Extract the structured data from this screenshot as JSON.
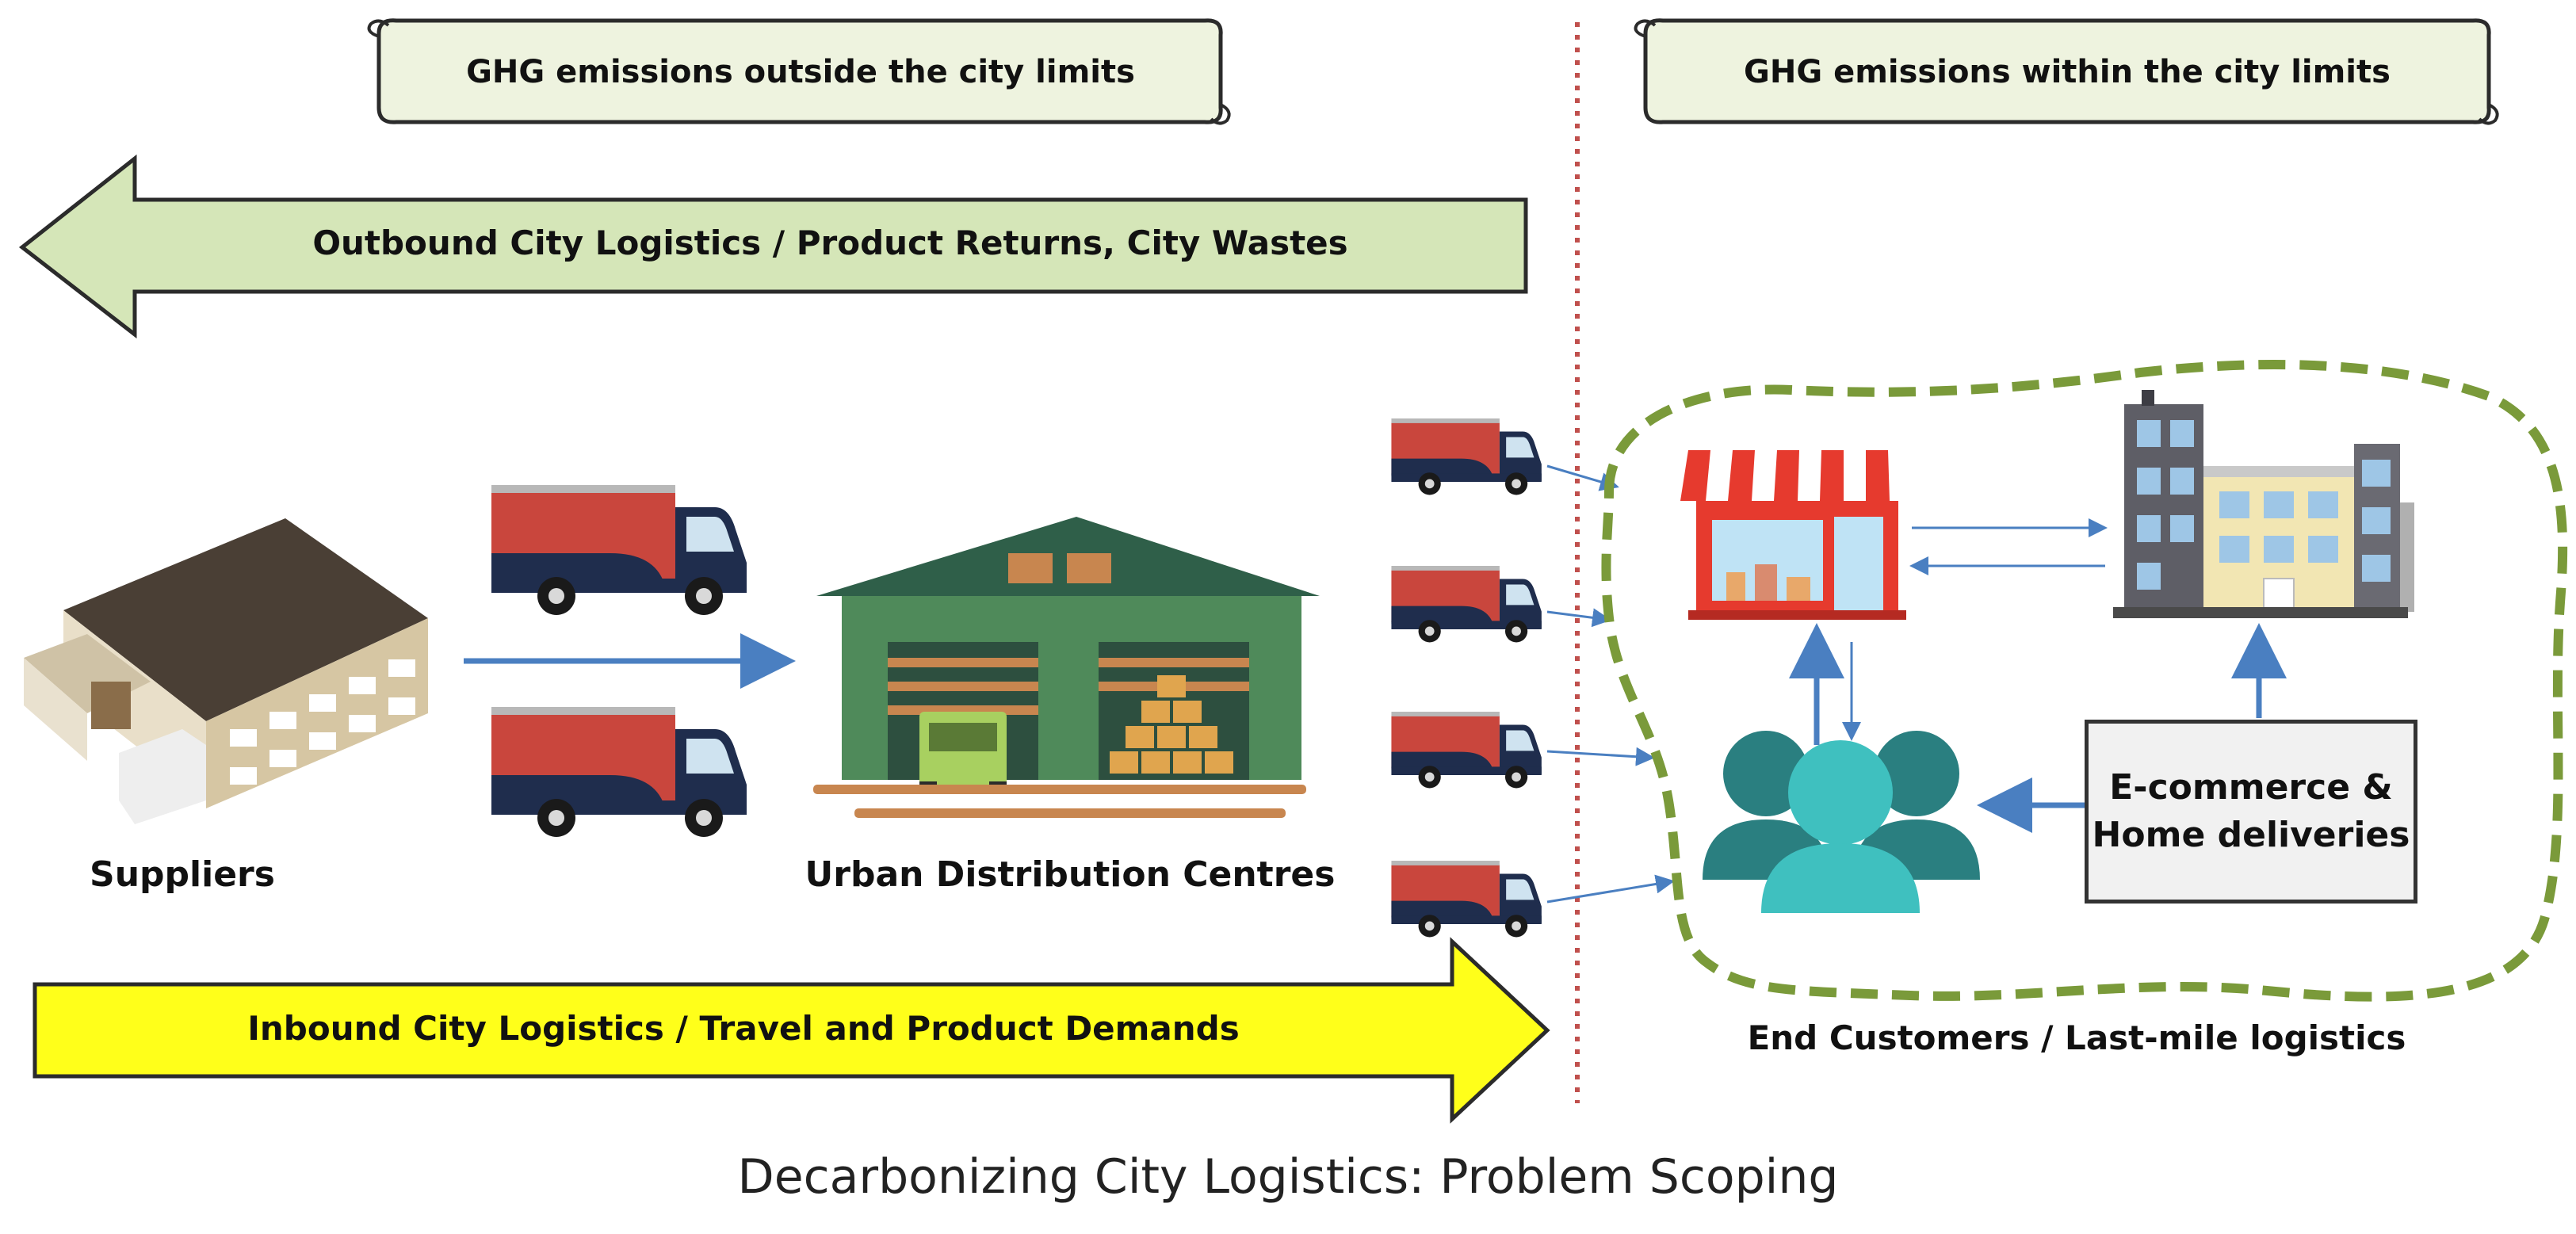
{
  "header": {
    "outside_label": "GHG emissions outside the city limits",
    "within_label": "GHG emissions within the city limits"
  },
  "arrows": {
    "outbound_label": "Outbound City Logistics / Product Returns, City Wastes",
    "inbound_label": "Inbound City Logistics / Travel and Product Demands"
  },
  "nodes": {
    "suppliers": "Suppliers",
    "udc": "Urban Distribution Centres",
    "end_customers": "End Customers / Last-mile logistics",
    "ecommerce_line1": "E-commerce &",
    "ecommerce_line2": "Home deliveries"
  },
  "caption": "Decarbonizing City Logistics: Problem Scoping",
  "colors": {
    "outbound_arrow": "#d5e6b8",
    "inbound_arrow": "#ffff1a",
    "boundary_line": "#c0504d",
    "zone_dash": "#7a9a3a",
    "flow_arrow": "#4a7fc1",
    "truck_cargo": "#c9463d",
    "truck_cab": "#1f2d4d",
    "warehouse_green": "#4f8a5a",
    "customers": "#2a7f80",
    "shop_red": "#e63a2e",
    "scroll_fill": "#eef3df"
  },
  "icons": [
    "supplier-warehouse-icon",
    "delivery-truck-icon",
    "distribution-centre-icon",
    "shop-icon",
    "apartment-building-icon",
    "customers-group-icon"
  ]
}
